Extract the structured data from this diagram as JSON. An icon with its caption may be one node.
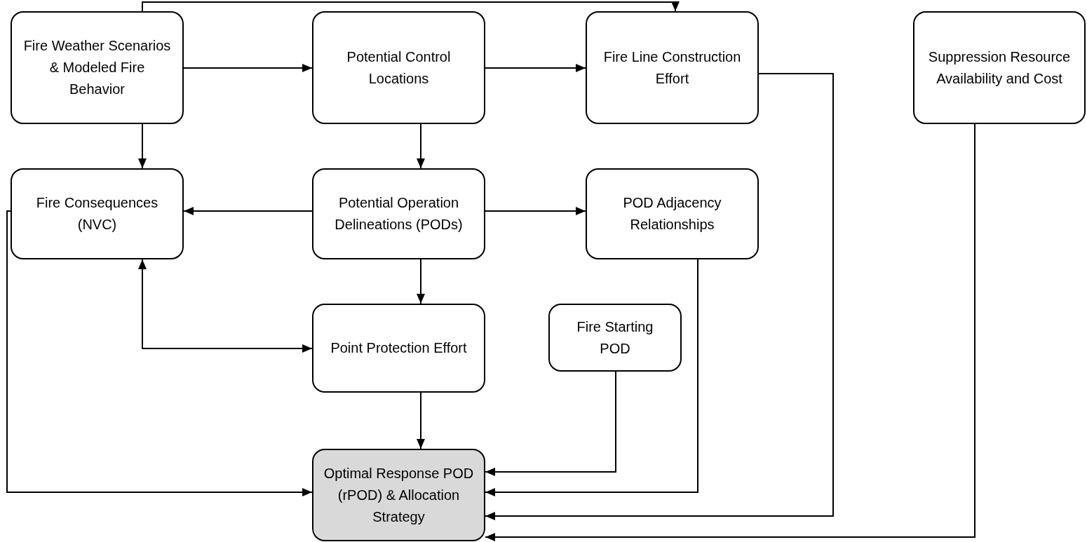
{
  "diagram": {
    "nodes": [
      {
        "text": [
          "Fire Weather Scenarios & Modeled Fire Behavior"
        ]
      },
      {
        "text": [
          "Potential Control Locations"
        ]
      },
      {
        "text": [
          "Fire Line Construction Effort"
        ]
      },
      {
        "text": [
          "Suppression Resource Availability and Cost"
        ]
      },
      {
        "text": [
          "Fire Consequences (NVC)"
        ]
      },
      {
        "text": [
          "Potential Operation Delineations (PODs)"
        ]
      },
      {
        "text": [
          "POD Adjacency Relationships"
        ]
      },
      {
        "text": [
          "Point Protection Effort"
        ]
      },
      {
        "text": [
          "Fire Starting POD"
        ]
      },
      {
        "text": [
          "Optimal Response POD (rPOD) & Allocation Strategy"
        ]
      }
    ],
    "edges": [
      {
        "from": 0,
        "to": 1,
        "arrow": "to"
      },
      {
        "from": 1,
        "to": 2,
        "arrow": "to"
      },
      {
        "from": 0,
        "to": 2,
        "arrow": "to"
      },
      {
        "from": 0,
        "to": 4,
        "arrow": "to"
      },
      {
        "from": 1,
        "to": 5,
        "arrow": "to"
      },
      {
        "from": 5,
        "to": 4,
        "arrow": "to"
      },
      {
        "from": 5,
        "to": 6,
        "arrow": "to"
      },
      {
        "from": 5,
        "to": 7,
        "arrow": "to"
      },
      {
        "from": 4,
        "to": 7,
        "arrow": "both"
      },
      {
        "from": 7,
        "to": 9,
        "arrow": "to"
      },
      {
        "from": 8,
        "to": 9,
        "arrow": "to"
      },
      {
        "from": 6,
        "to": 9,
        "arrow": "to"
      },
      {
        "from": 2,
        "to": 9,
        "arrow": "to"
      },
      {
        "from": 3,
        "to": 9,
        "arrow": "to"
      },
      {
        "from": 4,
        "to": 9,
        "arrow": "to"
      }
    ]
  }
}
